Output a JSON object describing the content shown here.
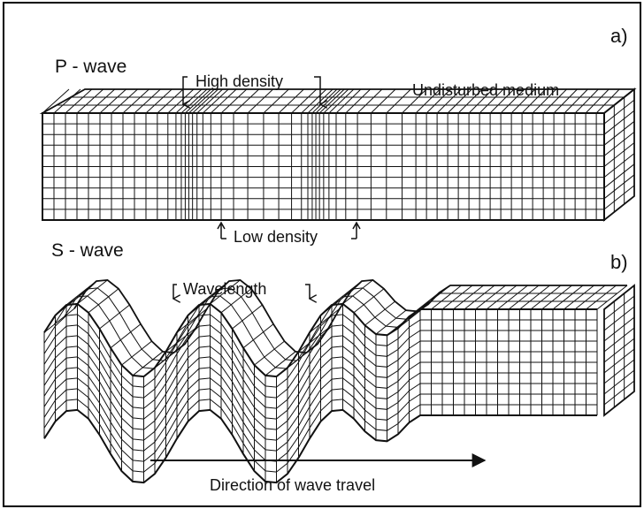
{
  "panel_a": {
    "tag": "a)",
    "title": "P - wave",
    "annotations": {
      "high_density": "High density",
      "undisturbed": "Undisturbed medium",
      "low_density": "Low density"
    }
  },
  "panel_b": {
    "tag": "b)",
    "title": "S - wave",
    "annotations": {
      "wavelength": "Wavelength"
    }
  },
  "footer": {
    "direction": "Direction of wave travel"
  },
  "colors": {
    "ink": "#111111",
    "background": "#ffffff",
    "frame": "#000000"
  }
}
